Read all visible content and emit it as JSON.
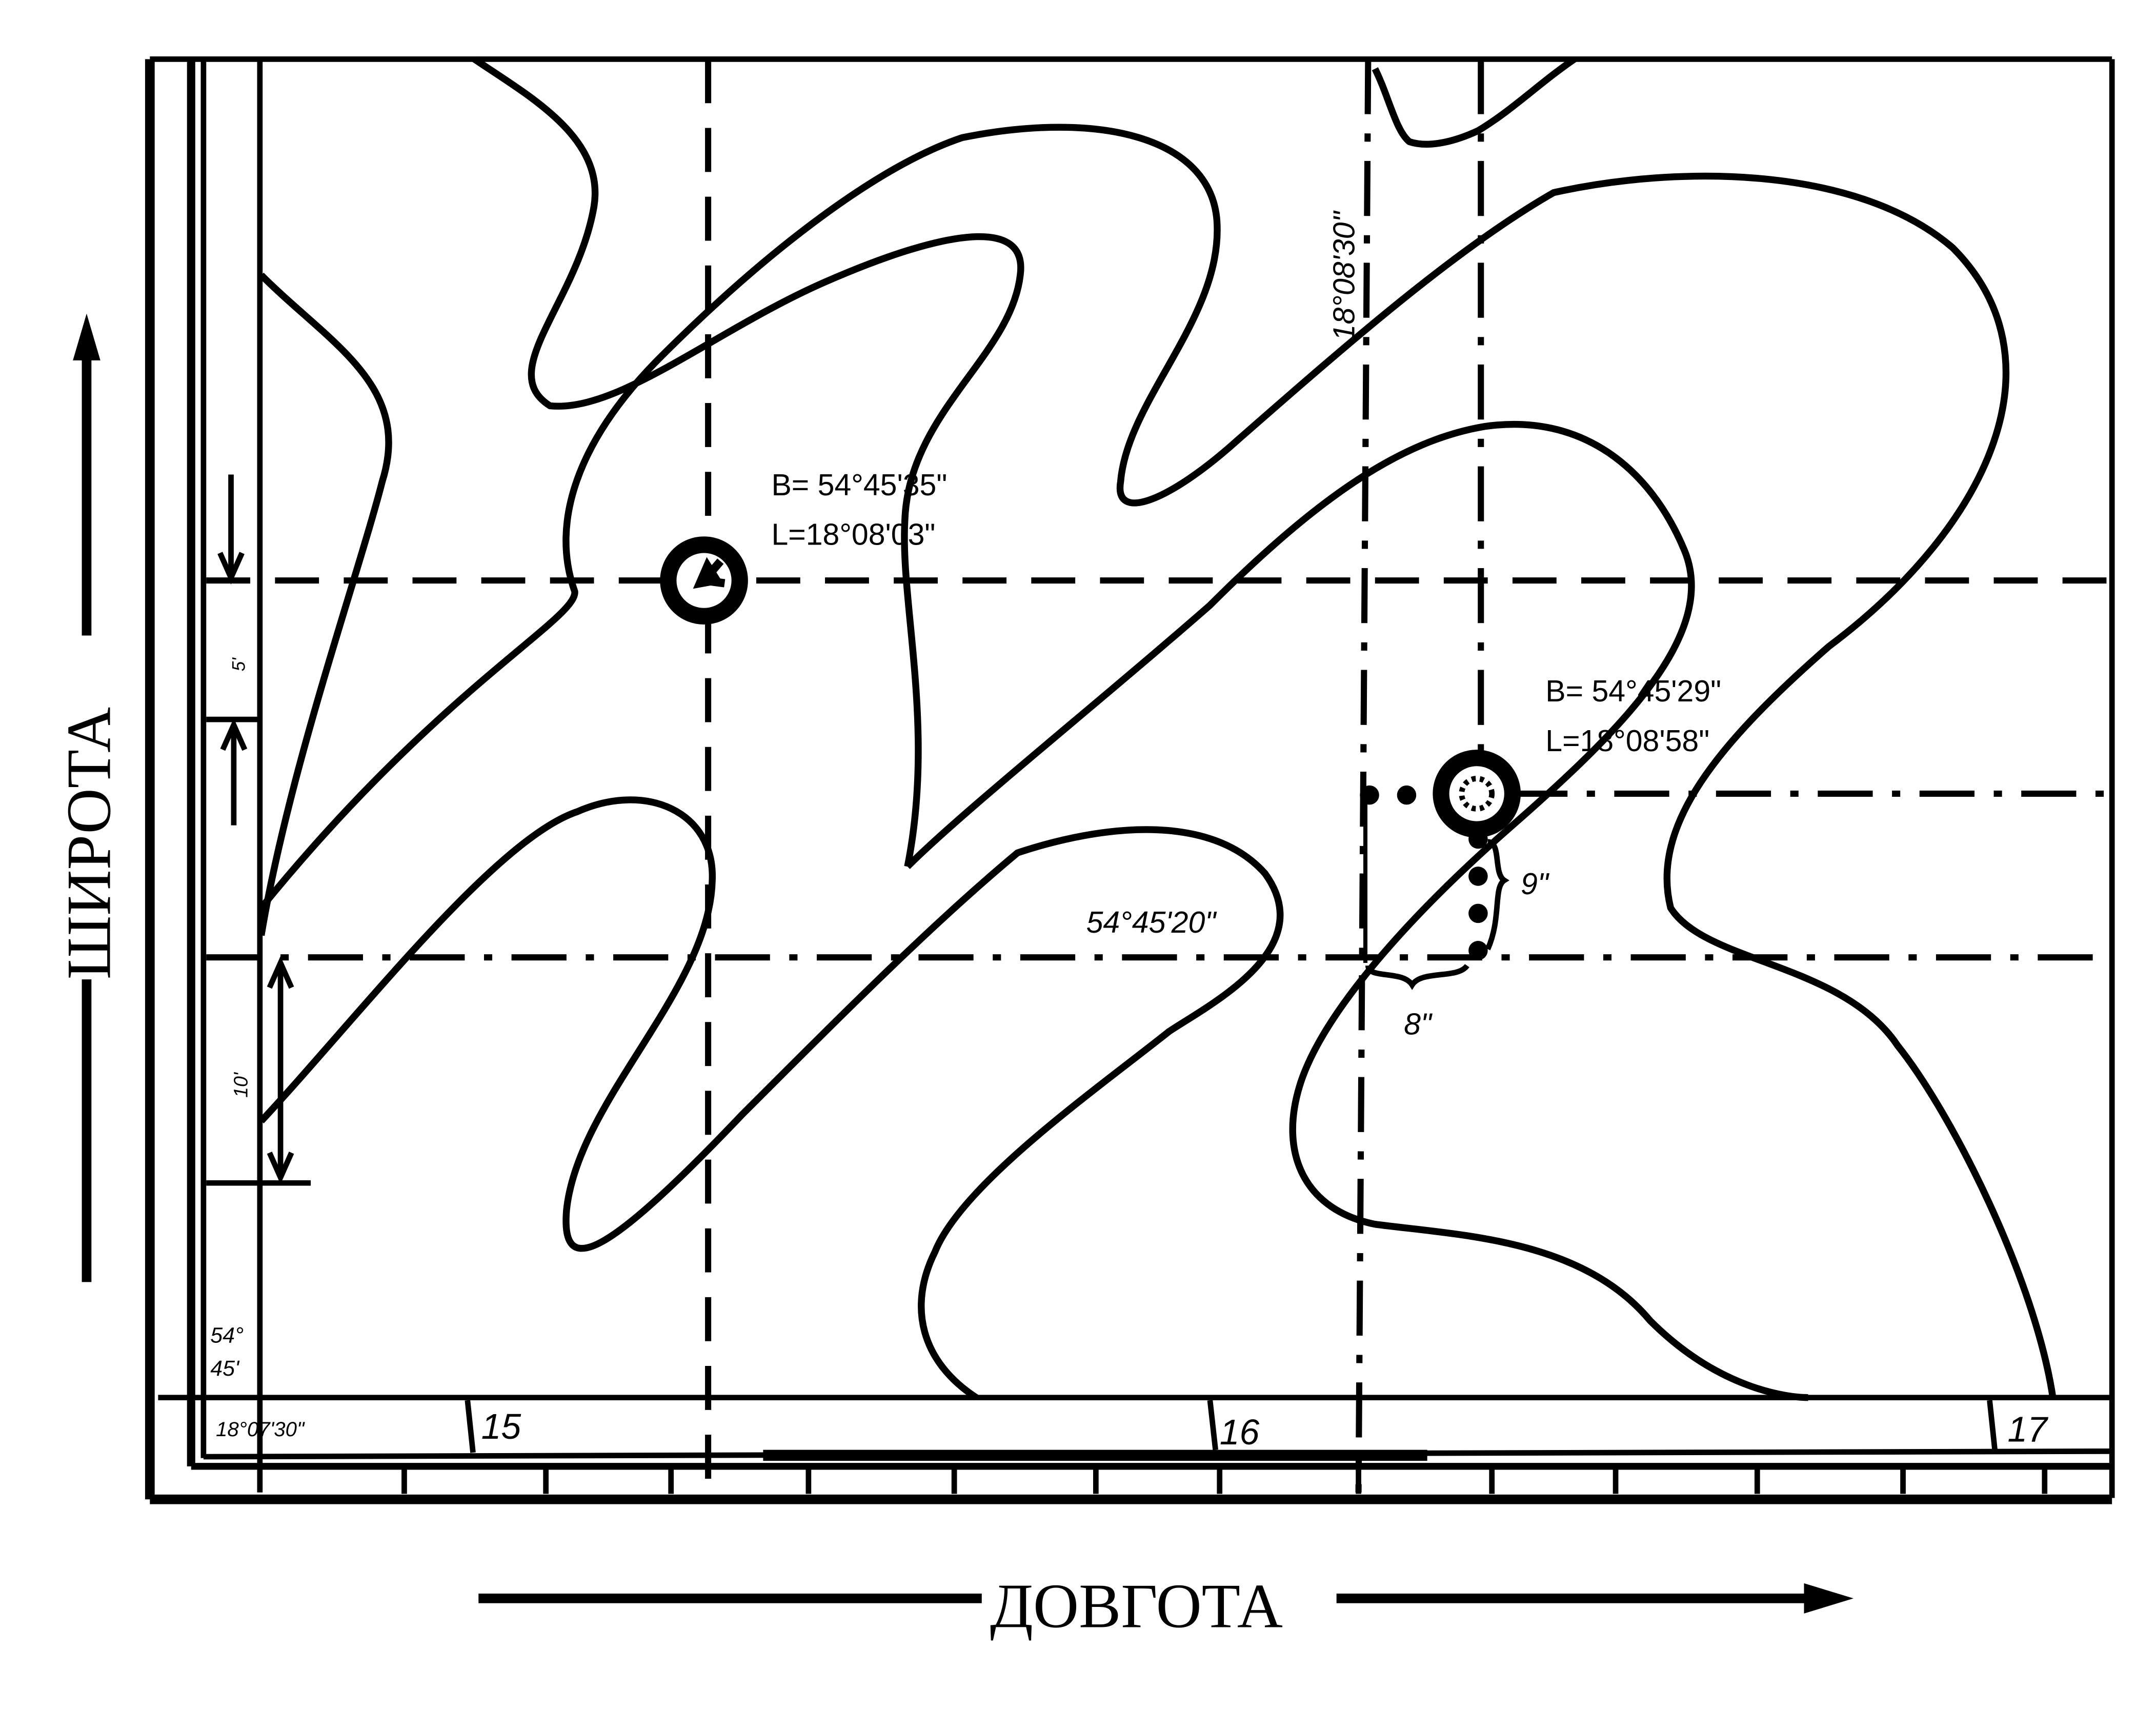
{
  "axes": {
    "latitude_label": "ШИРОТА",
    "longitude_label": "ДОВГОТА"
  },
  "frame": {
    "corner_lat_deg": "54°",
    "corner_lat_min": "45'",
    "corner_lon": "18°07'30\"",
    "lon_parallel": "18°08'30\"",
    "lat_parallel": "54°45'20\"",
    "km_grid": [
      "15",
      "16",
      "17"
    ],
    "interval_5": "5'",
    "interval_10": "10'"
  },
  "points": [
    {
      "id": "point-1",
      "lat": "B= 54°45'35\"",
      "lon": "L=18°08'03\""
    },
    {
      "id": "point-2",
      "lat": "B= 54°45'29\"",
      "lon": "L=18°08'58\""
    }
  ],
  "offsets": {
    "lat_seconds": "9\"",
    "lon_seconds": "8\""
  },
  "colors": {
    "ink": "#000000",
    "paper": "#ffffff"
  }
}
